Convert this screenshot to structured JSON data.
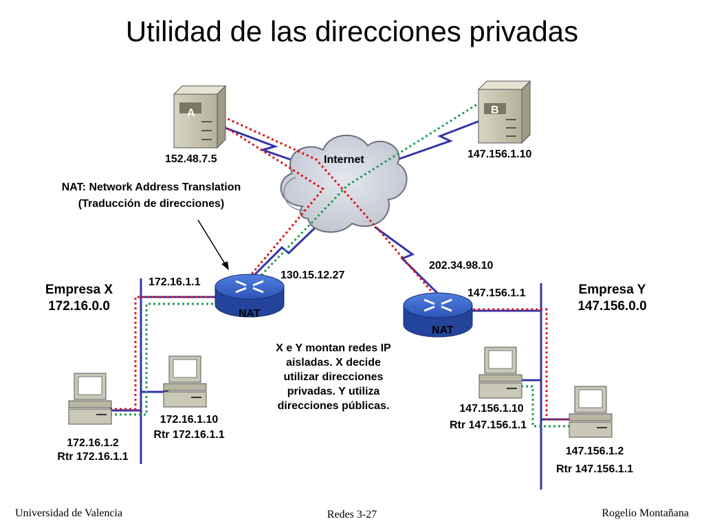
{
  "title": "Utilidad de las direcciones privadas",
  "cloud": {
    "label": "Internet"
  },
  "servers": {
    "a": {
      "letter": "A",
      "ip": "152.48.7.5"
    },
    "b": {
      "letter": "B",
      "ip": "147.156.1.10"
    }
  },
  "nat_note": {
    "line1": "NAT: Network Address Translation",
    "line2": "(Traducción de direcciones)"
  },
  "company_x": {
    "name": "Empresa X",
    "network": "172.16.0.0",
    "router": {
      "label": "NAT",
      "inside_ip": "172.16.1.1",
      "outside_ip": "130.15.12.27"
    },
    "hosts": [
      {
        "ip": "172.16.1.2",
        "gateway": "Rtr 172.16.1.1"
      },
      {
        "ip": "172.16.1.10",
        "gateway": "Rtr 172.16.1.1"
      }
    ]
  },
  "company_y": {
    "name": "Empresa Y",
    "network": "147.156.0.0",
    "router": {
      "label": "NAT",
      "inside_ip": "147.156.1.1",
      "outside_ip": "202.34.98.10"
    },
    "hosts": [
      {
        "ip": "147.156.1.10",
        "gateway": "Rtr 147.156.1.1"
      },
      {
        "ip": "147.156.1.2",
        "gateway": "Rtr 147.156.1.1"
      }
    ]
  },
  "explanation": {
    "lines": [
      "X e Y montan redes IP",
      "aisladas. X decide",
      "utilizar direcciones",
      "privadas. Y utiliza",
      "direcciones públicas."
    ]
  },
  "footer": {
    "left": "Universidad de Valencia",
    "center": "Redes 3-27",
    "right": "Rogelio Montañana"
  },
  "colors": {
    "link_blue": "#3333aa",
    "path_red": "#dd1111",
    "path_green": "#229955",
    "router_blue": "#3a64c8",
    "server_beige": "#c8c4b2",
    "pc_beige": "#c9c7b6"
  }
}
